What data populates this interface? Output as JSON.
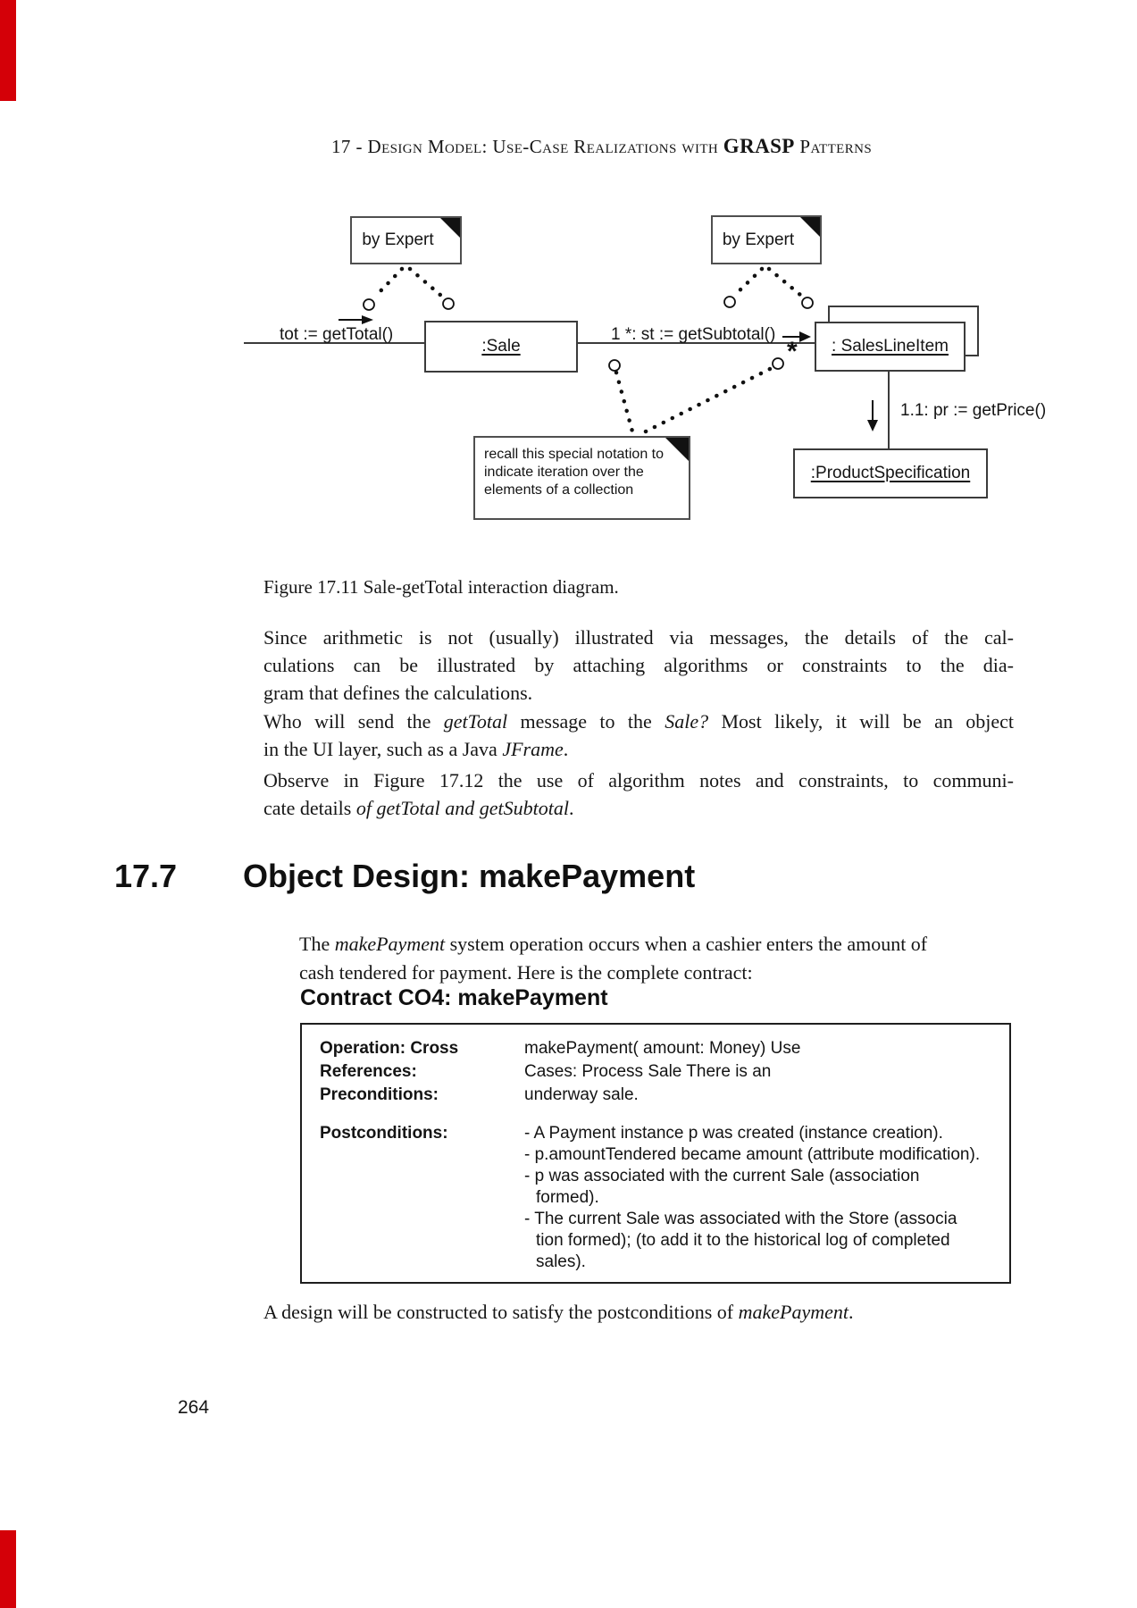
{
  "header": {
    "prefix": "17 - ",
    "smallcaps1": "Design Model: Use-Case Realizations with",
    "grasp": "GRASP",
    "smallcaps2": "Patterns"
  },
  "diagram": {
    "note_by_expert_left": "by Expert",
    "note_by_expert_right": "by Expert",
    "msg_get_total": "tot := getTotal()",
    "msg_get_subtotal": "1 *: st := getSubtotal()",
    "msg_get_price": "1.1: pr := getPrice()",
    "star": "*",
    "sale": ":Sale",
    "sales_line_item": ": SalesLineItem",
    "product_specification": ":ProductSpecification",
    "note_recall": {
      "l1": "recall this special notation to",
      "l2": "indicate iteration over the",
      "l3": "elements of a collection"
    }
  },
  "caption": "Figure 17.11 Sale-getTotal interaction diagram.",
  "paragraphs": {
    "p1": {
      "l1": "Since arithmetic is not (usually) illustrated via messages, the details of the cal-",
      "l2": "culations can be illustrated by attaching algorithms or constraints to the dia-",
      "l3": "gram that defines the calculations."
    },
    "p2": {
      "l1a": "Who will send the ",
      "l1b": "getTotal",
      "l1c": " message to the ",
      "l1d": "Sale?",
      "l1e": " Most likely, it will be an object",
      "l2a": "in the UI layer, such as a Java ",
      "l2b": "JFrame",
      "l2c": "."
    },
    "p3": {
      "l1": "Observe in Figure 17.12 the use of algorithm notes and constraints, to communi-",
      "l2a": "cate details ",
      "l2b": "of getTotal and getSubtotal",
      "l2c": "."
    }
  },
  "section": {
    "number": "17.7",
    "title": "Object Design: makePayment"
  },
  "intro": {
    "l1a": "The ",
    "l1b": "makePayment",
    "l1c": " system operation occurs when a cashier enters the amount of",
    "l2": "cash tendered for payment. Here is the complete contract:"
  },
  "contract": {
    "heading": "Contract CO4: makePayment",
    "labels": {
      "operation": "Operation: Cross",
      "references": "References:",
      "preconditions": "Preconditions:",
      "postconditions": "Postconditions:"
    },
    "values": {
      "v1": "makePayment( amount: Money) Use",
      "v2": "Cases: Process Sale There is an",
      "v3": "underway sale."
    },
    "post_lines": {
      "b1": "- A Payment instance p was created (instance creation).",
      "b2": "- p.amountTendered became amount (attribute modification).",
      "b3": "- p was associated with the current Sale (association",
      "b4": "formed).",
      "b5": "- The current Sale was associated with the Store (associa",
      "b6": "tion formed); (to add it to the historical log of completed",
      "b7": "sales)."
    }
  },
  "closing": {
    "a": "A design will be constructed to satisfy the postconditions of ",
    "b": "makePayment",
    "c": "."
  },
  "page_number": "264"
}
